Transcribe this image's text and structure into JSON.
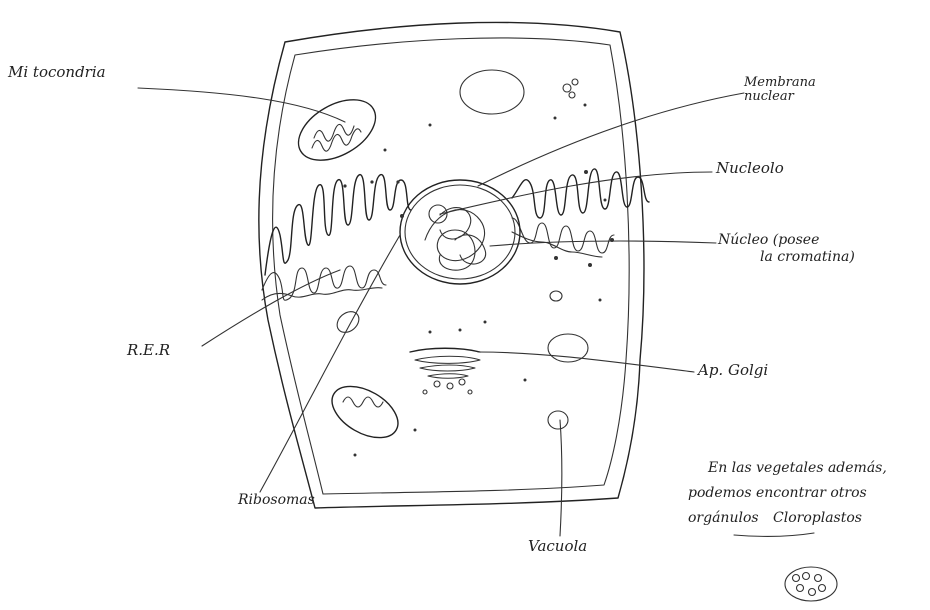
{
  "labels": {
    "mitochondria": "Mi tocondria",
    "nuclear_membrane_1": "Membrana",
    "nuclear_membrane_2": "nuclear",
    "nucleolus": "Nucleolo",
    "nucleus_1": "Núcleo (posee",
    "nucleus_2": "la cromatina)",
    "rer": "R.E.R",
    "golgi": "Ap. Golgi",
    "ribosomes": "Ribosomas",
    "vacuole": "Vacuola"
  },
  "note": {
    "line1": "En las vegetales además,",
    "line2": "podemos encontrar otros",
    "line3": "orgánulos",
    "line4": "Cloroplastos"
  }
}
